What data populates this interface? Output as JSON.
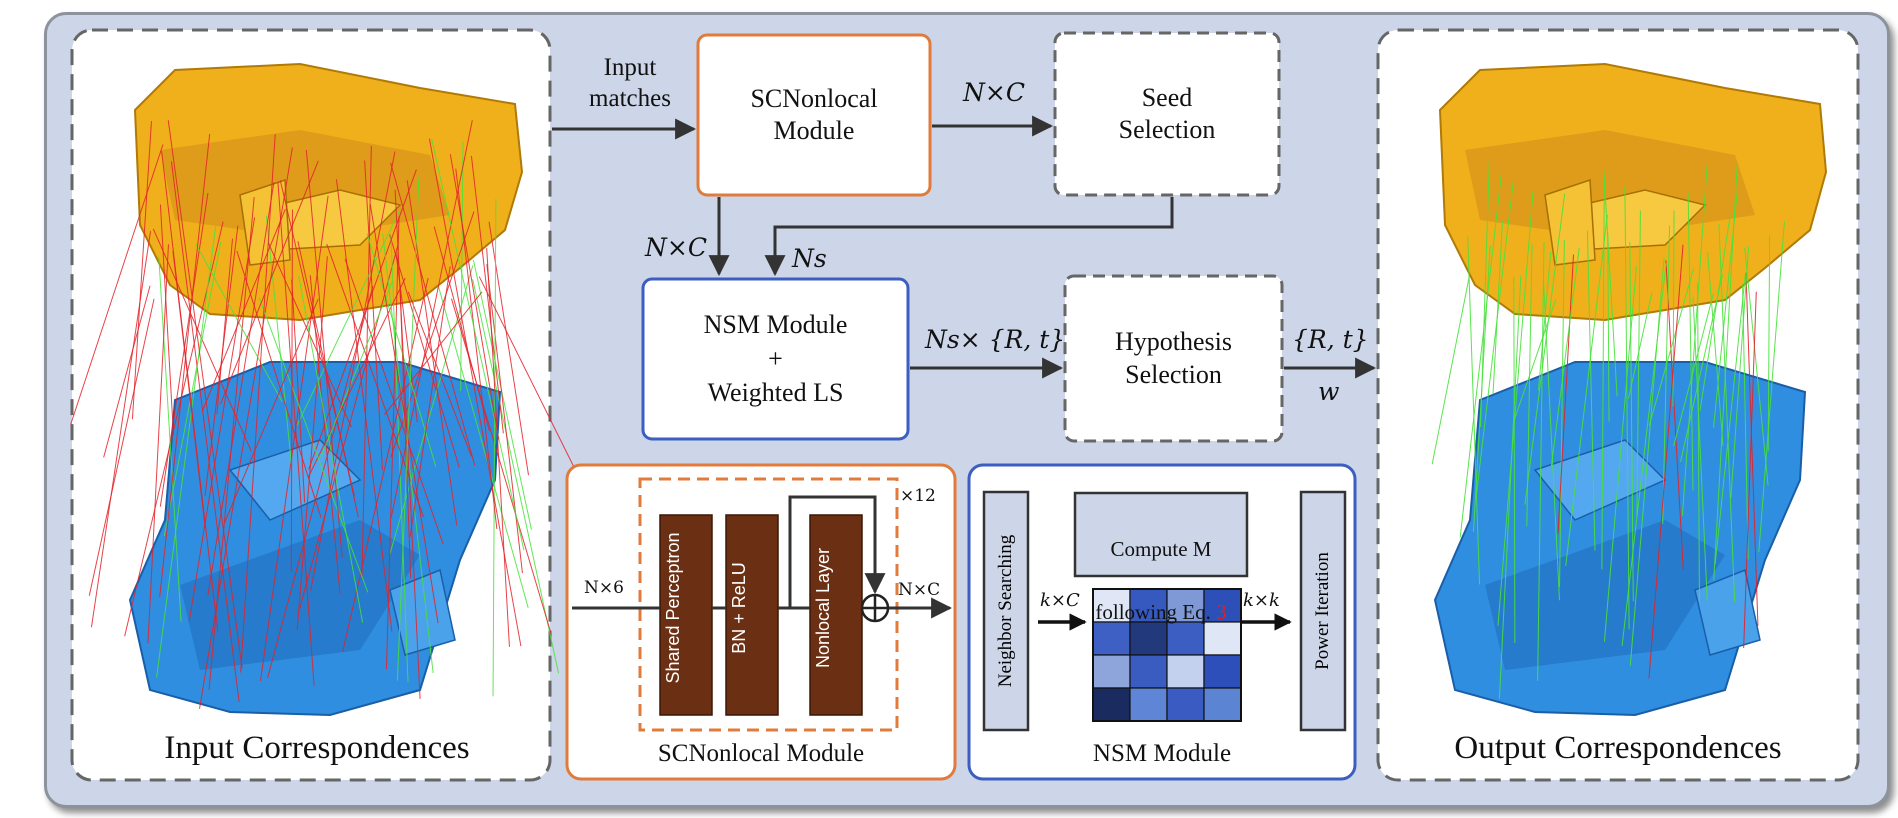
{
  "panels": {
    "input_title": "Input Correspondences",
    "output_title": "Output Correspondences"
  },
  "flow": {
    "input_matches": "Input\nmatches",
    "scnonlocal_box": "SCNonlocal\nModule",
    "seed_box": "Seed\nSelection",
    "nsm_box": "NSM Module\n+\nWeighted LS",
    "hypothesis_box": "Hypothesis\nSelection",
    "edge_nc_top": "N×C",
    "edge_nc_left": "N×C",
    "edge_ns": "Ns",
    "edge_ns_rt": "Ns× {R, t}",
    "edge_rt_out": "{R, t}",
    "edge_w": "w"
  },
  "scnonlocal_detail": {
    "caption": "SCNonlocal Module",
    "input_dim": "N×6",
    "output_dim": "N×C",
    "repeat": "×12",
    "layers": [
      "Shared Perceptron",
      "BN + ReLU",
      "Nonlocal Layer"
    ],
    "sum_symbol": "⊕"
  },
  "nsm_detail": {
    "caption": "NSM Module",
    "neighbor": "Neighbor Searching",
    "compute_line1": "Compute M",
    "compute_line2": "following Eq.",
    "eq_ref": "3",
    "kc": "k×C",
    "kk": "k×k",
    "power": "Power Iteration"
  },
  "colors": {
    "orange": "#e07b3c",
    "blue": "#3b5ec0",
    "brown": "#6b2f14",
    "cloud_yellow": "#f2b21a",
    "cloud_blue": "#2e8fe0",
    "inlier": "#47e23a",
    "outlier": "#e32229"
  }
}
